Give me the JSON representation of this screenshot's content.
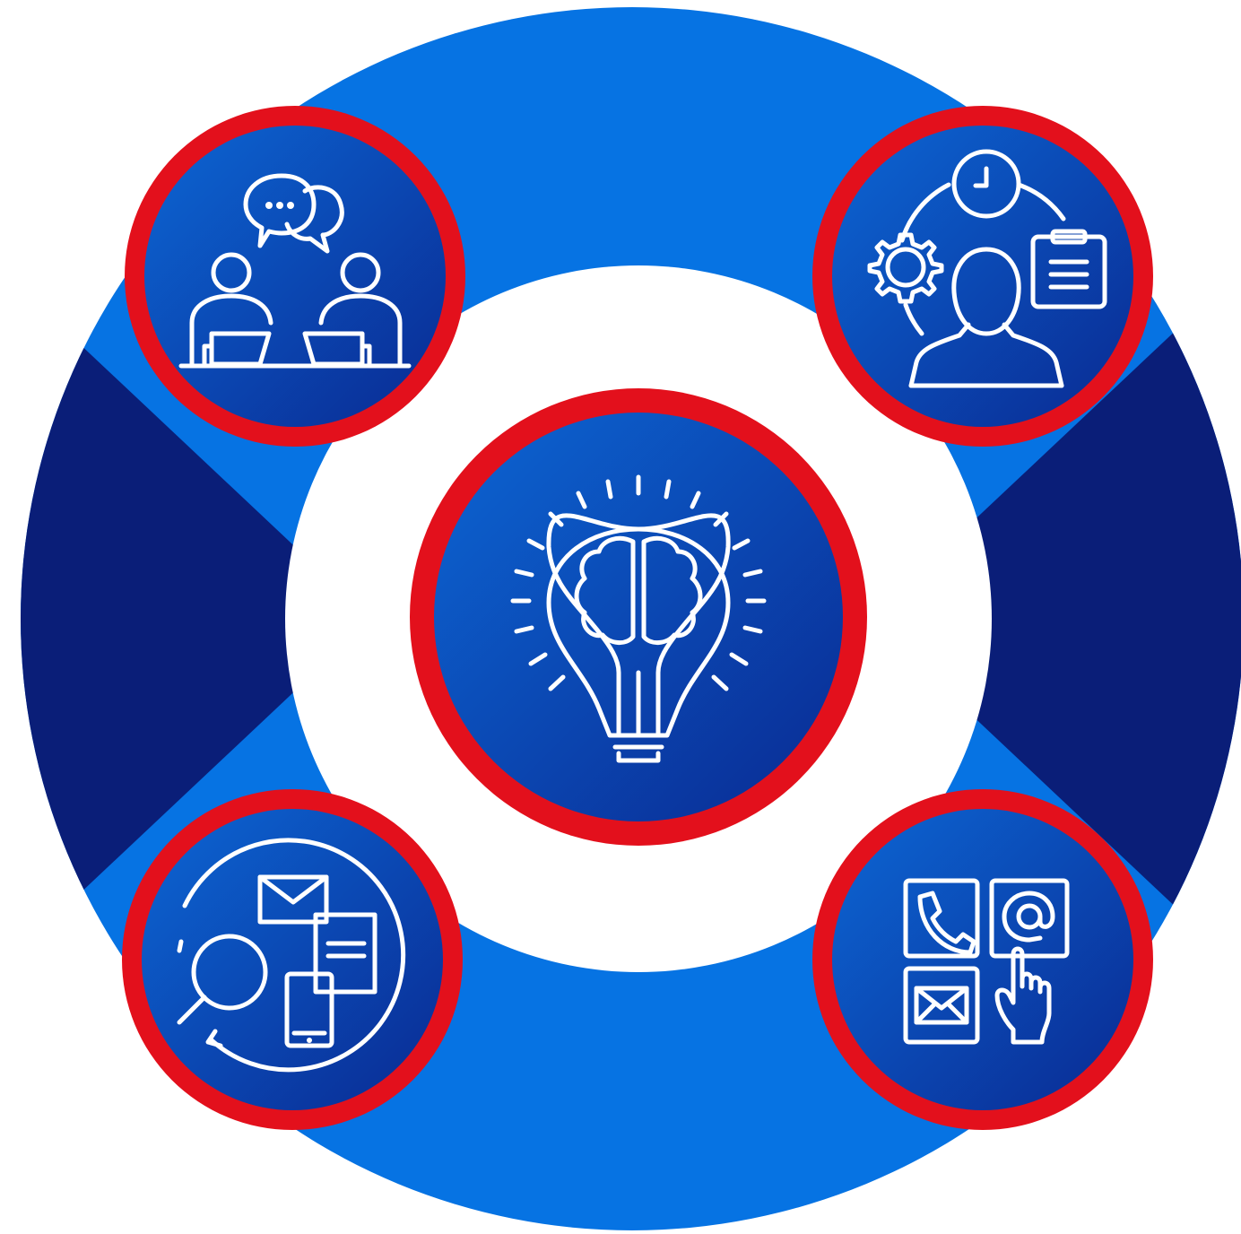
{
  "colors": {
    "background": "#ffffff",
    "ring_light": "#0673e3",
    "ring_dark": "#0a1e78",
    "node_border": "#e3101c",
    "node_fill_light": "#0c66d4",
    "node_fill_dark": "#0a2a92",
    "icon_stroke": "#ffffff"
  },
  "nodes": [
    {
      "id": "center",
      "icon": "brain-lightbulb-icon"
    },
    {
      "id": "top-left",
      "icon": "team-meeting-chat-icon"
    },
    {
      "id": "top-right",
      "icon": "manager-time-settings-tasks-icon"
    },
    {
      "id": "bottom-left",
      "icon": "search-email-document-mobile-cycle-icon"
    },
    {
      "id": "bottom-right",
      "icon": "contact-phone-email-mail-click-icon"
    }
  ]
}
